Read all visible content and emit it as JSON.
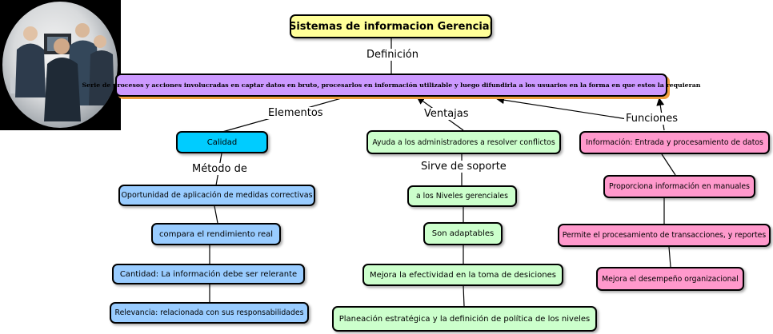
{
  "title": "Sistemas de informacion Gerencial",
  "definicion_label": "Definición",
  "definicion_text": "Serie de procesos y acciones involucradas en captar datos en bruto, procesarlos en información utilizable y luego difundirla a los usuarios en la forma en que estos la requieran",
  "elementos": {
    "link_label": "Elementos",
    "calidad": "Calidad",
    "metodo_label": "Método de",
    "items": [
      "Oportunidad de aplicación de medidas correctivas",
      "compara el rendimiento real",
      "Cantidad: La información debe ser relerante",
      "Relevancia: relacionada con sus responsabilidades"
    ]
  },
  "ventajas": {
    "link_label": "Ventajas",
    "top": "Ayuda a los administradores  a resolver conflictos",
    "soporte_label": "Sirve de  soporte",
    "items": [
      "a los Niveles gerenciales",
      "Son adaptables",
      "Mejora la efectividad en la toma de desiciones",
      "Planeación estratégica y la definición de política de los niveles"
    ]
  },
  "funciones": {
    "link_label": "Funciones",
    "items": [
      "Información: Entrada y procesamiento de datos",
      "Proporciona información en manuales",
      "Permite el procesamiento de transacciones, y reportes",
      "Mejora el desempeño organizacional"
    ]
  },
  "colors": {
    "title_fill": "#ffff99",
    "definicion_fill": "#cc99ff",
    "calidad_fill": "#00ccff",
    "elementos_fill": "#99ccff",
    "ventajas_fill": "#ccffcc",
    "funciones_fill": "#ff99cc"
  },
  "photo_icon": "business-meeting-photo"
}
